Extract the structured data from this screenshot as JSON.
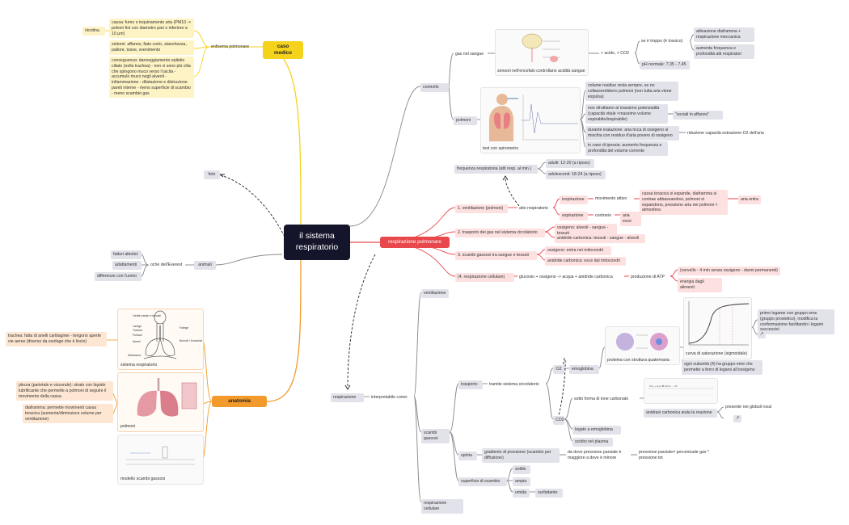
{
  "center": {
    "title": "il sistema respiratorio"
  },
  "caso_medico": {
    "label": "caso medico",
    "enfisema": "enfisema polmonare",
    "nicotina": "nicotina",
    "causa": "causa: fumo o inquinamento aria (PM10 -> polveri fini con diametro pari o inferiore a 10 μm)",
    "sintomi": "sintomi: affanno, fiato corto, stanchezza, pallore, tosse, svenimento",
    "conseguenze": "conseguenza: danneggiamento epitelio ciliato (nella trachea) - non ci sono più cilia che spingono muco verso l'uscita - accumulo muco negli alveoli - infiammazione - dilatazione e distruzione pareti interne - meno superficie di scambio - meno scambio gas"
  },
  "feto": "feto",
  "animali": {
    "label": "animali",
    "oche": "oche dell'Everest",
    "fattori": "fattori abiotici",
    "adattamenti": "adattamenti",
    "differenze": "differenze con l'uomo"
  },
  "anatomia": {
    "label": "anatomia",
    "trachea": "trachea: fatta di anelli cartilaginei - tengono aperte vie aeree (diverso da esofago che è liscio)",
    "pleura": "pleura (parietale e viscerale): strato con liquido lubrificante che permette a polmoni di seguire il movimento della cassa",
    "diaframma": "diaframma: permette movimenti cassa toracica (aumenta/diminuisce volume per ventilazione)",
    "img1": "sistema respiratorio",
    "img2": "polmoni",
    "img3": "modello scambi gassosi",
    "img1_labels": [
      "Cavità nasale e boccale",
      "Laringe",
      "Trachea",
      "Polmoni",
      "Alveoli",
      "Diaframma",
      "Faringe",
      "Bronchi / bronchioli"
    ]
  },
  "controllo": {
    "label": "controllo",
    "gas": "gas nel sangue",
    "img_sensori": "sensori nell'encefalo controllano acidità sangue",
    "acido": "+ acido, + CO2",
    "troppo": "se è troppo (è tossico)",
    "attivazione": "attivazione diaframma + respirazione meccanica",
    "aumenta": "aumenta frequenza e profondità atti respiratori",
    "ph": "pH normale: 7,35 - 7,45",
    "polmoni": "polmoni",
    "img_test": "test con spirometro",
    "volume": "volume residuo resta sempre, se no collasserebbero polmoni (non tutta aria viene espulsa)",
    "nonsfrutt": "non sfruttiamo al massimo potenzialità (capacità vitale <massimo volume espirabile/inspirabile)",
    "affanno": "\"sociali in affanno\"",
    "durante": "durante inalazione: aria ricca di ossigeno si mischia con residuo d'aria povero di ossigeno",
    "riduzione": "riduzione capacità estrazione O2 dell'aria",
    "ipossia": "in caso di ipossia: aumento frequenza e profondità del volume corrente"
  },
  "frequenza": {
    "label": "frequenza respiratoria (atti resp. al min.)",
    "adulti": "adulti: 12-20 (a riposo)",
    "adolescenti": "adolescenti: 18-24 (a riposo)"
  },
  "respirazione_polmonare": {
    "label": "respirazione polmonare",
    "ventilazione": "1. ventilazione (polmoni)",
    "atto": "atto respiratorio",
    "inspirazione": "inspirazione",
    "mov_attivo": "movimento attivo",
    "cassa": "cassa toracica si espande, diaframma si contrae abbassandosi, polmoni si espandono, pressione aria nei polmoni < atmosfera",
    "aria_entra": "aria entra",
    "espirazione": "espirazione",
    "contrario": "contrario",
    "aria_esce": "aria esce",
    "trasporto": "2. trasporto dei gas nel sistema circolatorio",
    "ossigeno1": "ossigeno: alveoli - sangue - tessuti",
    "anidride1": "anidride carbonica: tessuti - sangue - alveoli",
    "scambi": "3. scambi gassosi tra sangue e tessuti",
    "ossigeno2": "ossigeno: entra nei mitocondri",
    "anidride2": "anidride carbonica: esce dai mitocondri",
    "resp_cell": "(4. respirazione cellulare)",
    "glucosio": "glucosio + ossigeno -> acqua + anidride carbonica",
    "atp": "produzione di ATP",
    "cervello": "(cervello - 4 min senza ossigeno - danni permanenti)",
    "energia": "energia dagli alimenti"
  },
  "respirazione": {
    "label": "respirazione",
    "interpretabile": "interpretabile come:",
    "ventilazione": "ventilazione",
    "scambi_gassosi": "scambi gassosi",
    "resp_cell": "respirazione cellulare",
    "trasporto": "trasporto",
    "tramite": "tramite sistema circolatorio",
    "o2": "O2",
    "emoglobina": "emoglobina",
    "img_proteina": "proteina con struttura quaternaria",
    "img_curva": "curva di saturazione (sigmoidale)",
    "primo": "primo legame con gruppo eme (gruppo prostetico), modifica la conformazione facilitando i legami successivi",
    "ogni": "ogni subunità (4) ha gruppo eme che permette a ferro di legarsi all'ossigeno",
    "co2": "CO2",
    "ione": "sotto forma di ione carbonato",
    "anidrasi": "anidrasi carbonica aiuta la reazione",
    "globuli": "presente nei globuli rossi",
    "legato": "legato a emoglobina",
    "disciolto": "sciolto nel plasma",
    "spinta": "spinta",
    "gradiente": "gradiente di pressione (scambio per diffusione)",
    "dadove": "da dove pressione parziale è maggiore a dove è minore",
    "pressione": "pressione parziale= percentuale gas * pressione tot",
    "superficie": "superficie di scambio",
    "sottile": "sottile",
    "ampia": "ampia",
    "umida": "umida",
    "surfattante": "surfattante"
  },
  "colors": {
    "center": "#14142b",
    "yellow": "#f5d21c",
    "orange": "#f29a2b",
    "red": "#e8474b",
    "grey": "#e2e2ea"
  }
}
